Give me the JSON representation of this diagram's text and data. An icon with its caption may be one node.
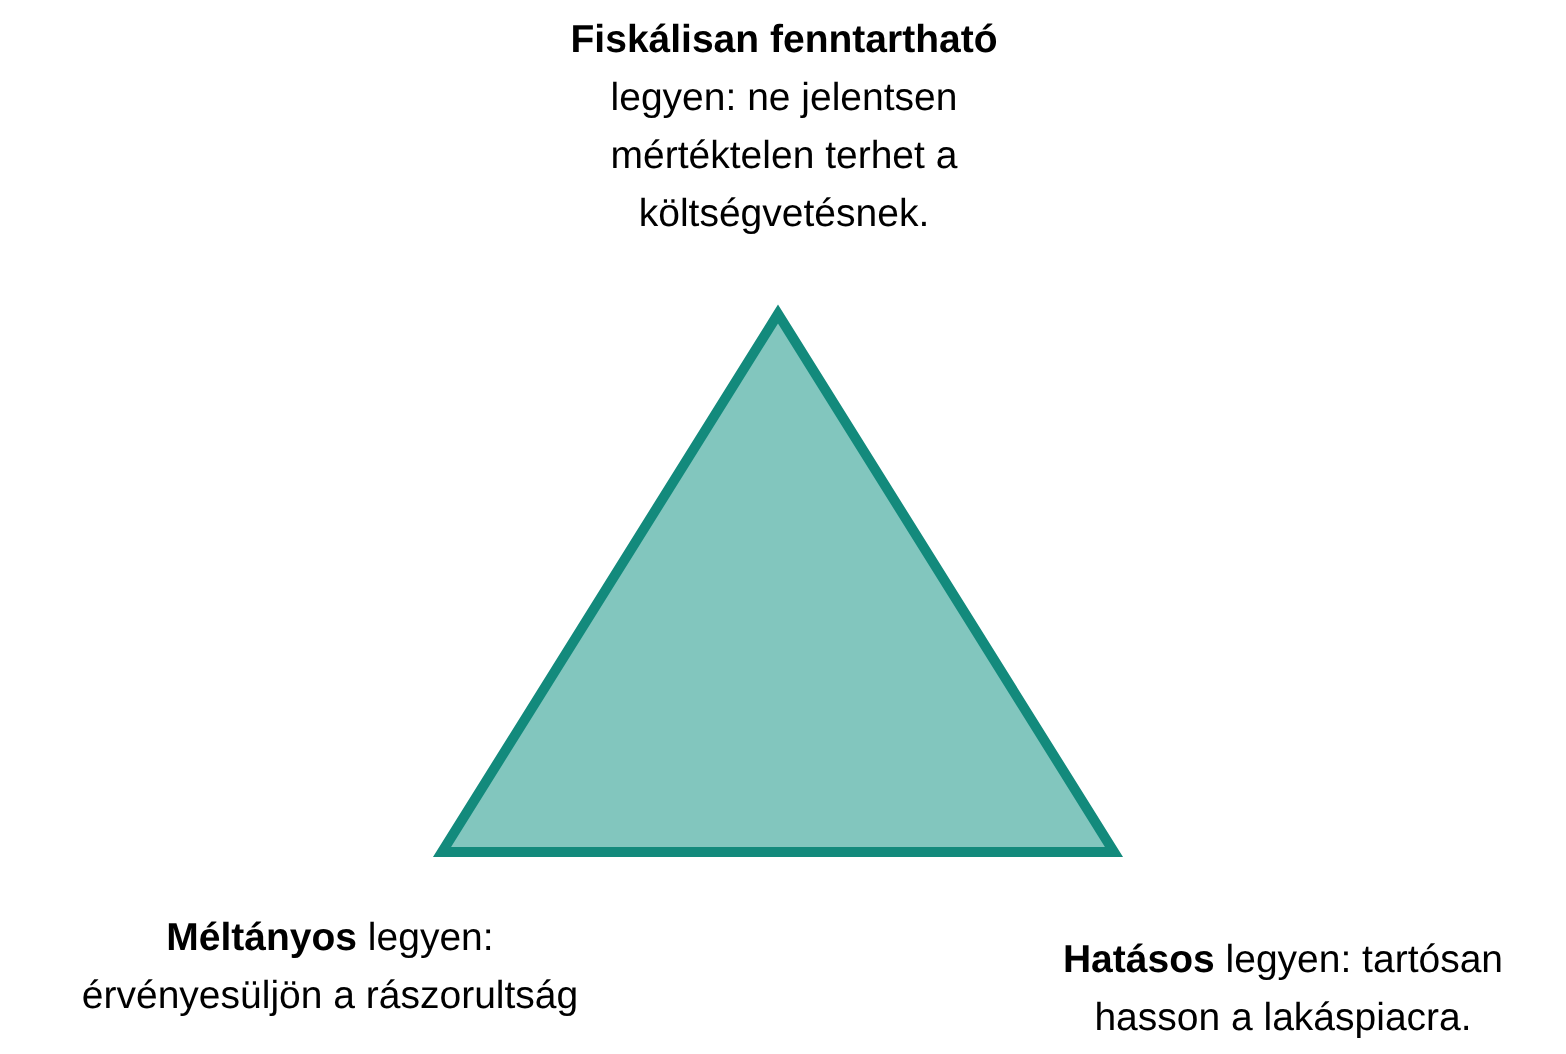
{
  "diagram": {
    "nodes": [
      {
        "text": [],
        "shape": "triangle"
      }
    ],
    "labels": [
      "**Fiskálisan fenntartható** legyen: ne jelentsen mértéktelen terhet a költségvetésnek.",
      "**Méltányos** legyen: érvényesüljön a rászorultság",
      "**Hatásos** legyen: tartósan hasson a lakáspiacra."
    ]
  }
}
